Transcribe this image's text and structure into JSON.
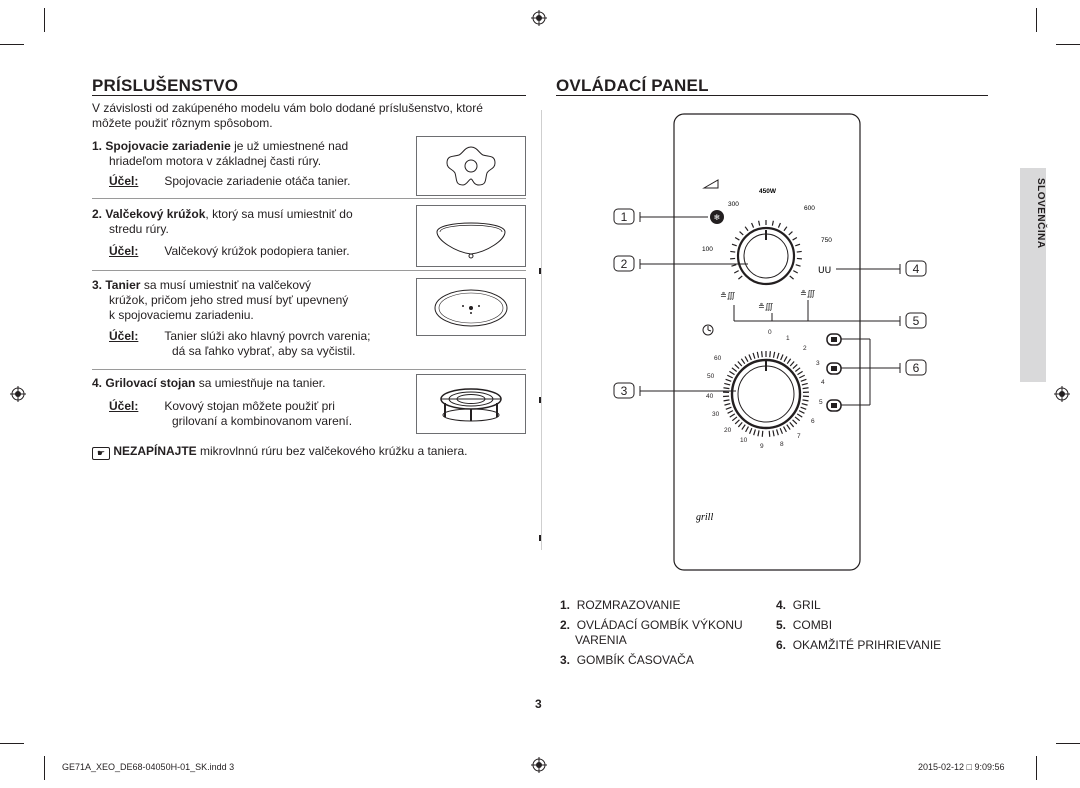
{
  "left": {
    "heading": "PRÍSLUŠENSTVO",
    "intro_line1": "V závislosti od zakúpeného modelu vám bolo dodané príslušenstvo, ktoré",
    "intro_line2": "môžete použiť rôznym spôsobom.",
    "items": [
      {
        "num": "1.",
        "bold": "Spojovacie zariadenie",
        "text": " je už umiestnené nad",
        "line2": "hriadeľom motora v základnej časti rúry.",
        "purpose_label": "Účel:",
        "purpose": "Spojovacie zariadenie otáča tanier."
      },
      {
        "num": "2.",
        "bold": "Valčekový krúžok",
        "text": ", ktorý sa musí umiestniť do",
        "line2": "stredu rúry.",
        "purpose_label": "Účel:",
        "purpose": "Valčekový krúžok podopiera tanier."
      },
      {
        "num": "3.",
        "bold": "Tanier",
        "text": " sa musí umiestniť na valčekový",
        "line2": "krúžok, pričom jeho stred musí byť upevnený",
        "line3": "k spojovaciemu zariadeniu.",
        "purpose_label": "Účel:",
        "purpose": "Tanier slúži ako hlavný povrch varenia;",
        "purpose2": "dá sa ľahko vybrať, aby sa vyčistil."
      },
      {
        "num": "4.",
        "bold": "Grilovací stojan",
        "text": " sa umiestňuje na tanier.",
        "purpose_label": "Účel:",
        "purpose": "Kovový stojan môžete použiť pri",
        "purpose2": "grilovaní a kombinovanom varení."
      }
    ],
    "note_bold": "NEZAPÍNAJTE",
    "note_text": " mikrovlnnú rúru bez valčekového krúžku a taniera."
  },
  "right": {
    "heading": "OVLÁDACÍ PANEL",
    "callouts": [
      "1",
      "2",
      "3",
      "4",
      "5",
      "6"
    ],
    "power_labels": {
      "p450": "450W",
      "p300": "300",
      "p600": "600",
      "p750": "750",
      "p100": "100"
    },
    "timer_labels": [
      "0",
      "1",
      "2",
      "3",
      "4",
      "5",
      "6",
      "7",
      "8",
      "9",
      "10",
      "20",
      "30",
      "40",
      "50",
      "60"
    ],
    "grill_label": "grill",
    "legend_left": [
      {
        "num": "1.",
        "text": "ROZMRAZOVANIE"
      },
      {
        "num": "2.",
        "text": "OVLÁDACÍ GOMBÍK VÝKONU",
        "line2": "VARENIA"
      },
      {
        "num": "3.",
        "text": "GOMBÍK ČASOVAČA"
      }
    ],
    "legend_right": [
      {
        "num": "4.",
        "text": "GRIL"
      },
      {
        "num": "5.",
        "text": "COMBI"
      },
      {
        "num": "6.",
        "text": "OKAMŽITÉ PRIHRIEVANIE"
      }
    ]
  },
  "side_tab": "SLOVENČINA",
  "page_number": "3",
  "footer_left": "GE71A_XEO_DE68-04050H-01_SK.indd   3",
  "footer_right": "2015-02-12   □ 9:09:56"
}
